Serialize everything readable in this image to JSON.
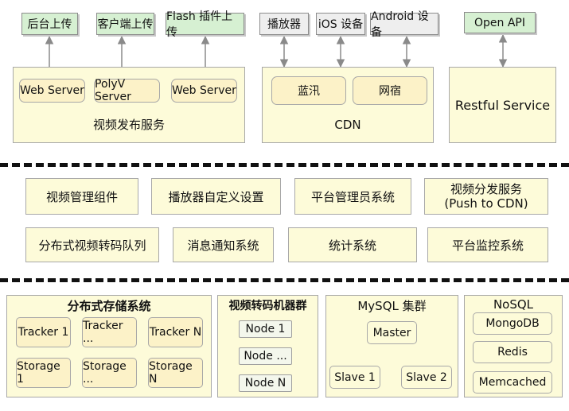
{
  "top": {
    "upload": {
      "tags": [
        "后台上传",
        "客户端上传",
        "Flash 插件上传"
      ],
      "servers": [
        "Web Server",
        "PolyV Server",
        "Web Server"
      ],
      "label": "视频发布服务"
    },
    "cdn": {
      "tags": [
        "播放器",
        "iOS 设备",
        "Android 设备"
      ],
      "providers": [
        "蓝汛",
        "网宿"
      ],
      "label": "CDN"
    },
    "api": {
      "tag": "Open API",
      "label": "Restful Service"
    }
  },
  "middle": {
    "row1": [
      "视频管理组件",
      "播放器自定义设置",
      "平台管理员系统"
    ],
    "distribute": {
      "line1": "视频分发服务",
      "line2": "(Push to CDN)"
    },
    "row2": [
      "分布式视频转码队列",
      "消息通知系统",
      "统计系统",
      "平台监控系统"
    ]
  },
  "bottom": {
    "storage": {
      "title": "分布式存储系统",
      "trackers": [
        "Tracker 1",
        "Tracker ...",
        "Tracker N"
      ],
      "storages": [
        "Storage 1",
        "Storage ...",
        "Storage N"
      ]
    },
    "transcode": {
      "title": "视频转码机器群",
      "nodes": [
        "Node 1",
        "Node ...",
        "Node N"
      ]
    },
    "mysql": {
      "title": "MySQL 集群",
      "master": "Master",
      "slaves": [
        "Slave 1",
        "Slave 2"
      ]
    },
    "nosql": {
      "title": "NoSQL",
      "items": [
        "MongoDB",
        "Redis",
        "Memcached"
      ]
    }
  }
}
